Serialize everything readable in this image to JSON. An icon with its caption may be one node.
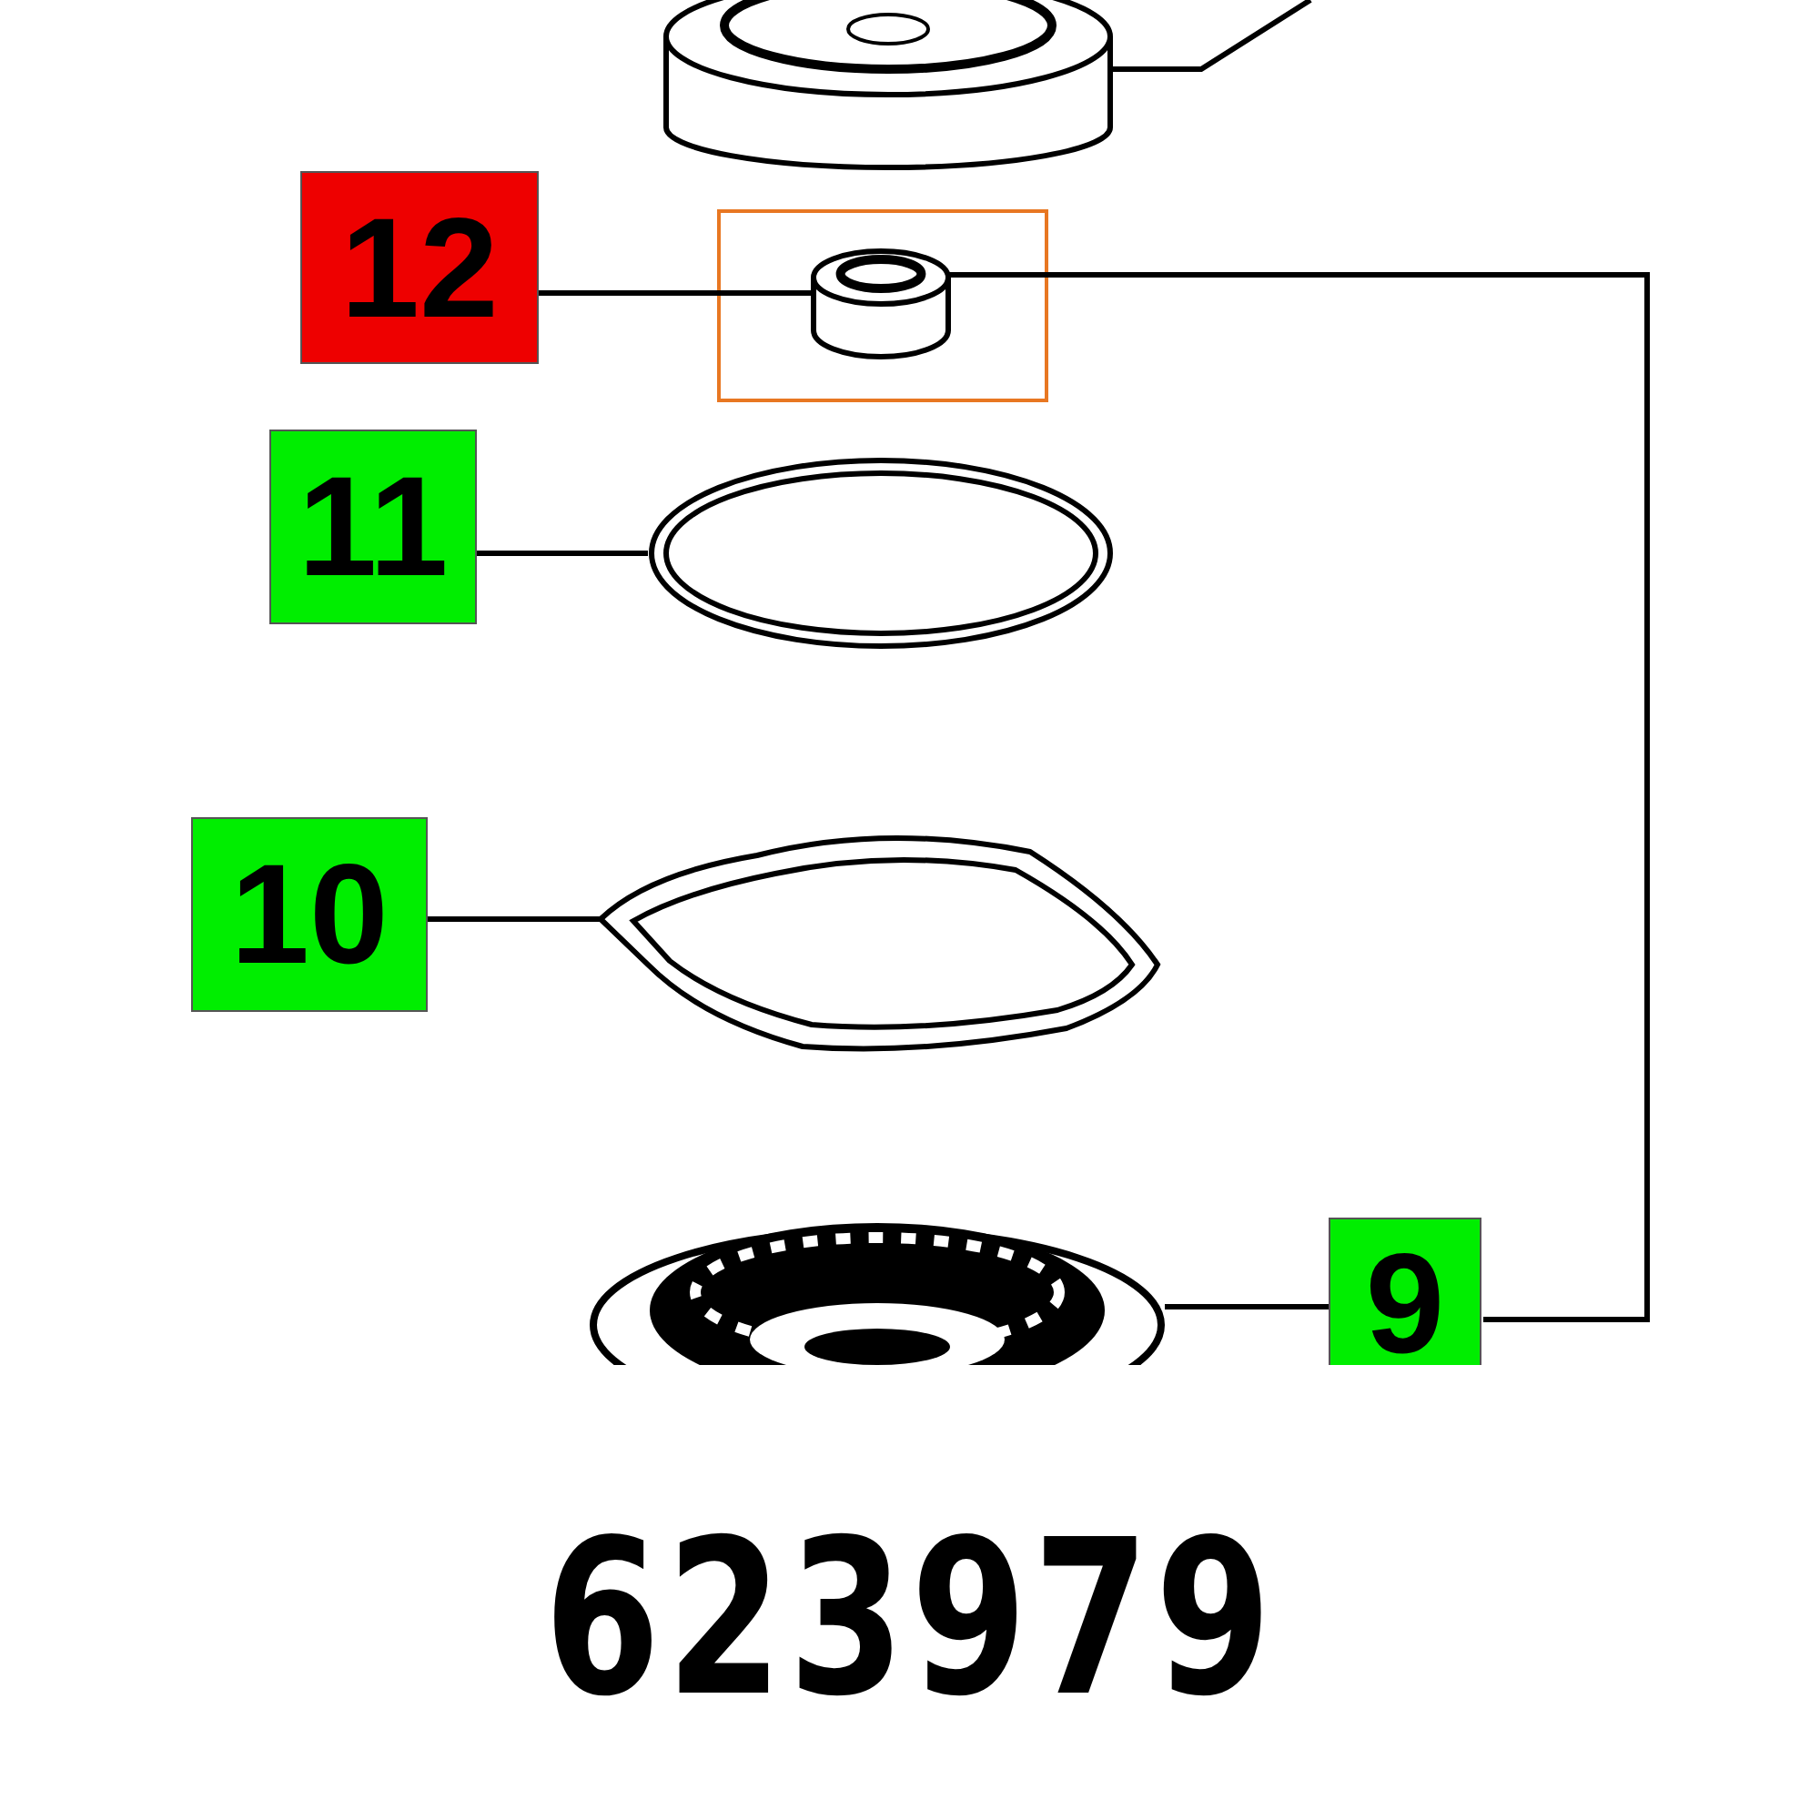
{
  "diagram": {
    "caption": "623979",
    "nodes": [
      {
        "text": [],
        "shape": "picture"
      },
      {
        "text": [
          "12"
        ]
      },
      {
        "text": [],
        "shape": "cylinder"
      },
      {
        "text": [
          "11"
        ]
      },
      {
        "text": [],
        "shape": "picture"
      },
      {
        "text": [
          "10"
        ]
      },
      {
        "text": [],
        "shape": "picture"
      },
      {
        "text": [],
        "shape": "picture"
      },
      {
        "text": [
          "9"
        ]
      }
    ],
    "edges": [
      {
        "from": null,
        "to": 0,
        "arrow": "none"
      },
      {
        "from": 1,
        "to": 2,
        "arrow": "none"
      },
      {
        "from": 3,
        "to": 4,
        "arrow": "none"
      },
      {
        "from": 5,
        "to": 6,
        "arrow": "none"
      },
      {
        "from": 8,
        "to": 7,
        "arrow": "none"
      },
      {
        "from": 2,
        "to": 8,
        "arrow": "none"
      }
    ]
  }
}
